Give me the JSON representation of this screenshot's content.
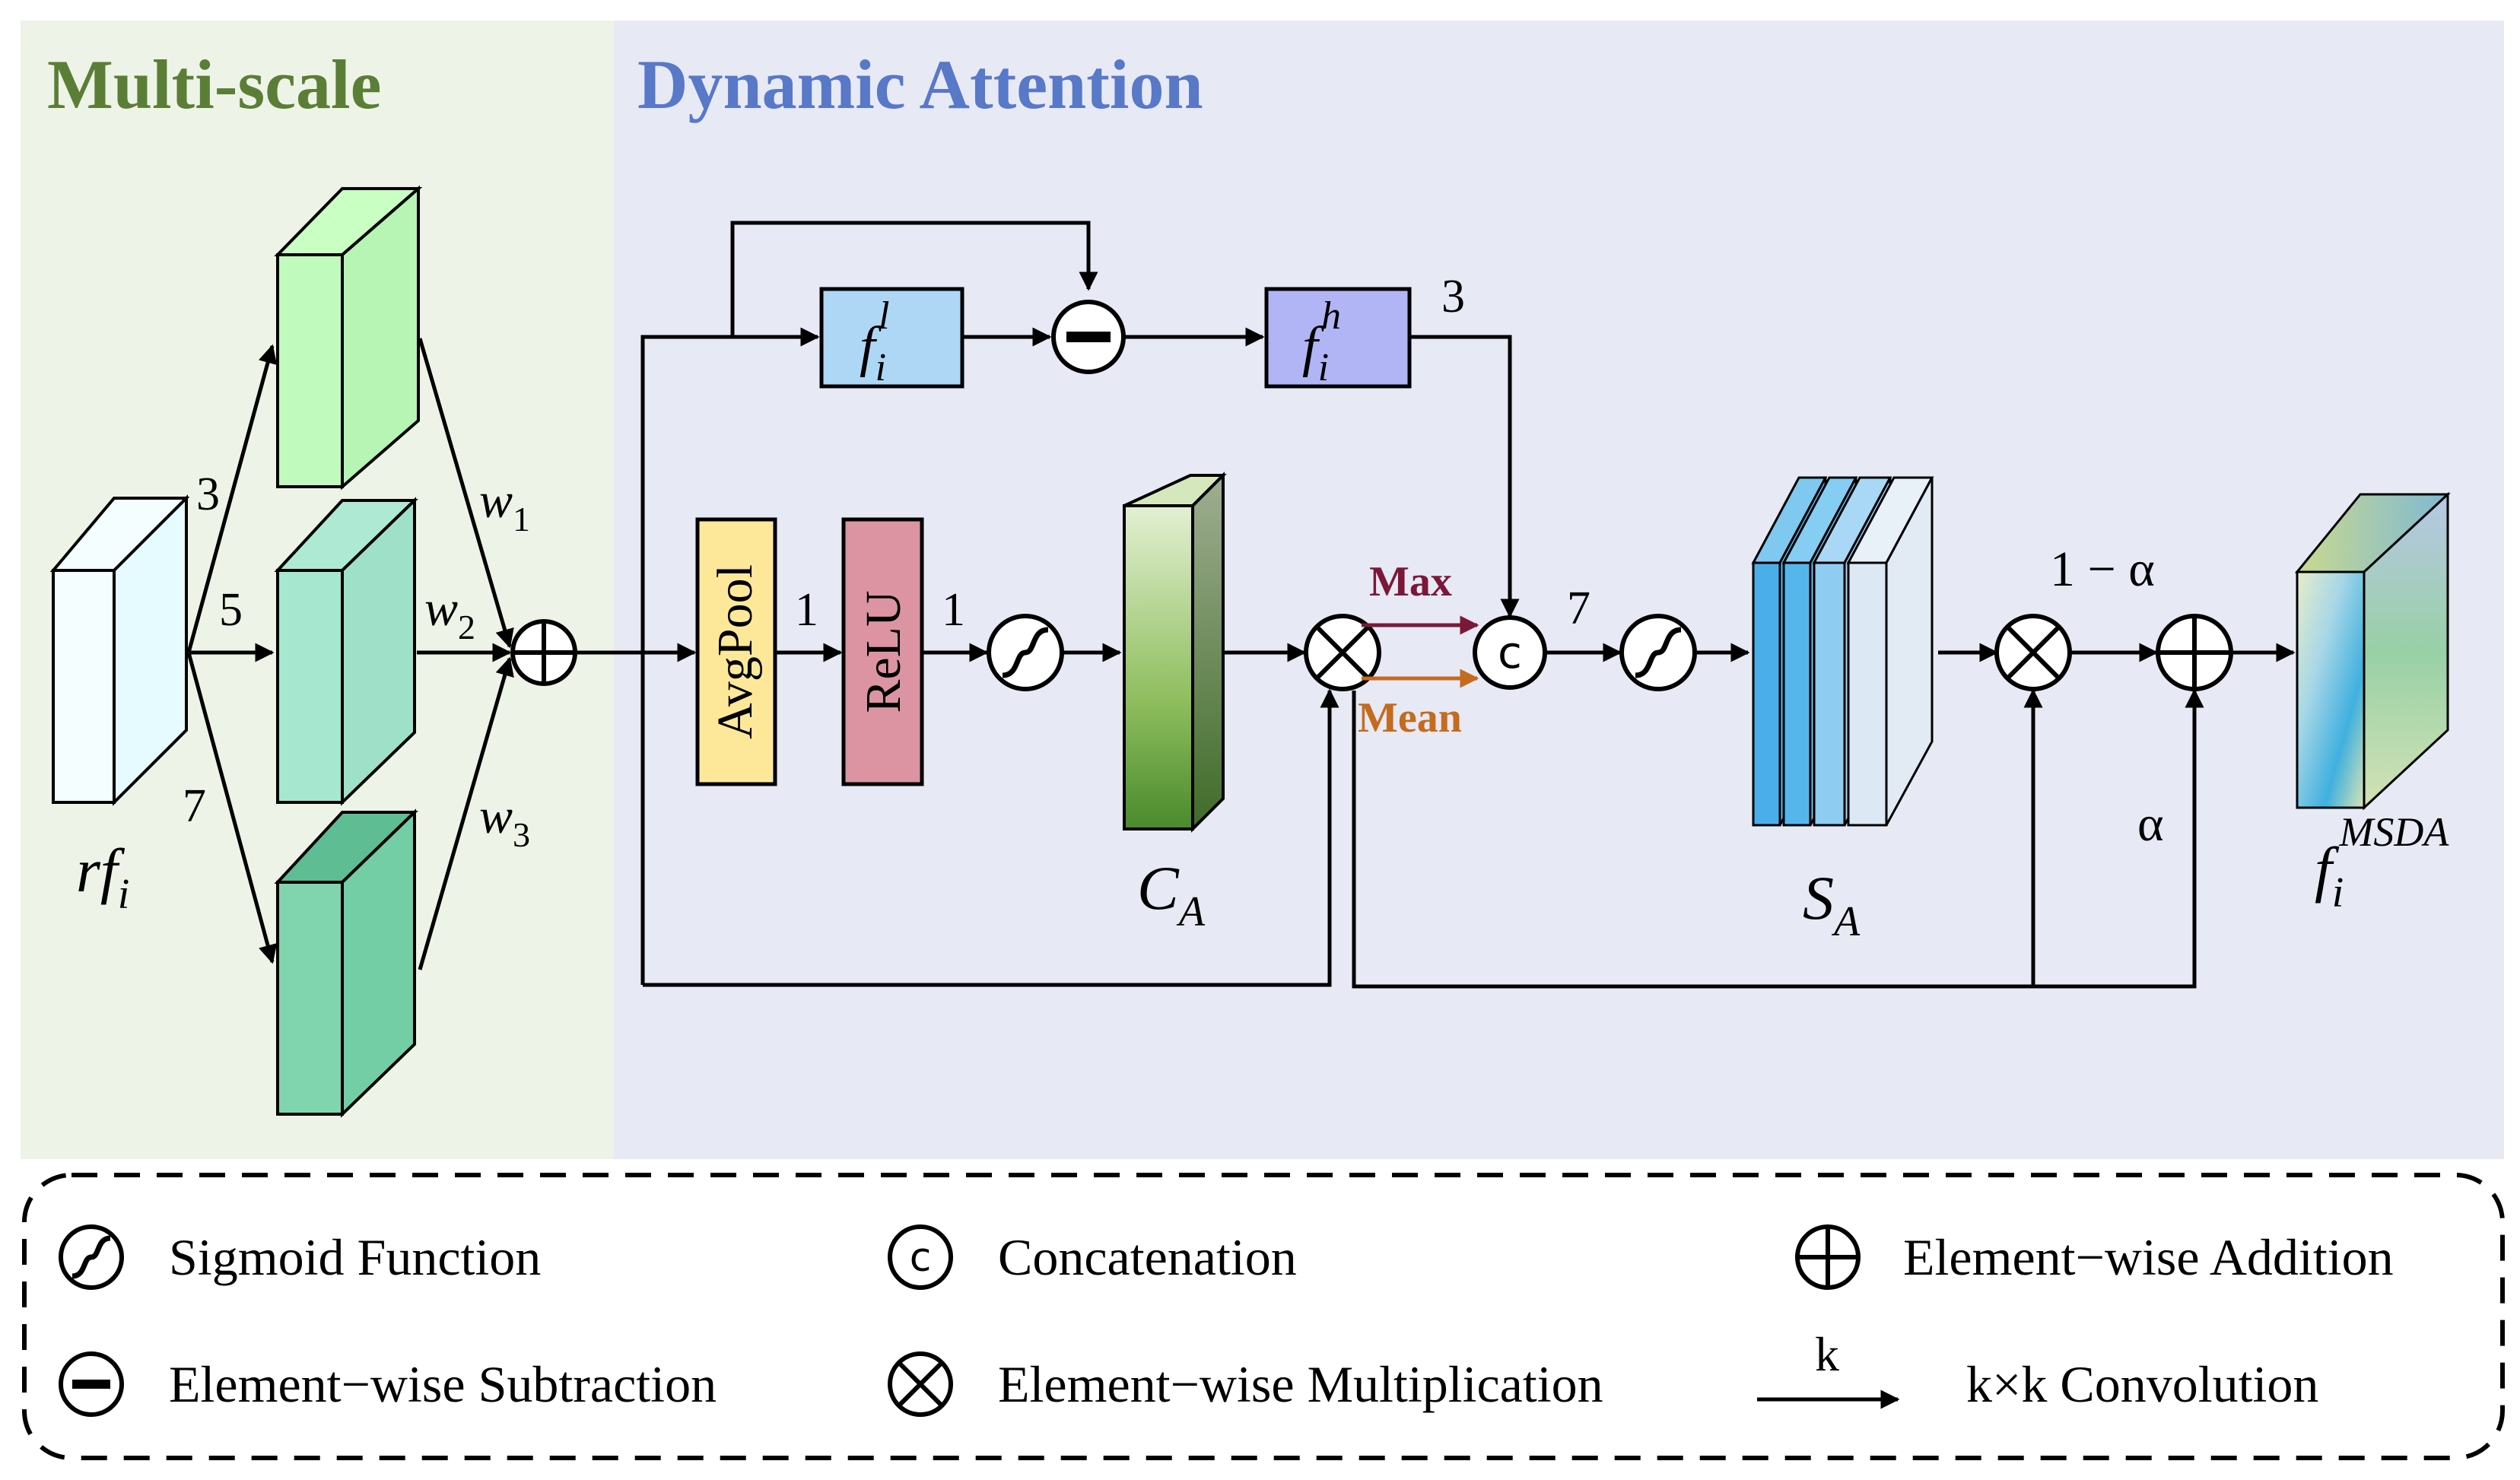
{
  "sections": {
    "multiscale_title": "Multi-scale",
    "attention_title": "Dynamic Attention"
  },
  "labels": {
    "rf_main": "rf",
    "rf_sub": "i",
    "k3": "3",
    "k5": "5",
    "k7": "7",
    "w1_main": "w",
    "w1_sub": "1",
    "w2_main": "w",
    "w2_sub": "2",
    "w3_main": "w",
    "w3_sub": "3",
    "fl_main": "f",
    "fl_sub": "i",
    "fl_sup": "l",
    "fh_main": "f",
    "fh_sub": "i",
    "fh_sup": "h",
    "fh_k": "3",
    "avgpool": "AvgPool",
    "avg_k": "1",
    "relu": "ReLU",
    "relu_k": "1",
    "ca_main": "C",
    "ca_sub": "A",
    "max": "Max",
    "mean": "Mean",
    "concat_k": "7",
    "sa_main": "S",
    "sa_sub": "A",
    "one_minus_alpha": "1 − α",
    "alpha": "α",
    "out_main": "f",
    "out_sub": "i",
    "out_sup": "MSDA",
    "concat_symbol": "c"
  },
  "legend": {
    "sigmoid": "Sigmoid Function",
    "concatenation": "Concatenation",
    "addition": "Element−wise Addition",
    "subtraction": "Element−wise Subtraction",
    "multiplication": "Element−wise Multiplication",
    "conv_k": "k",
    "convolution": "k×k Convolution"
  },
  "colors": {
    "multiscale_bg": "#edf4e7",
    "attention_bg": "#e7e9f5",
    "multiscale_title": "#5b7e36",
    "attention_title": "#5878c8",
    "max_arrow": "#7b1838",
    "mean_arrow": "#c56b1e",
    "avgpool_fill": "#fde89a",
    "relu_fill": "#dc94a2",
    "fl_fill": "#aed7f6",
    "fh_fill": "#b1b5f5"
  }
}
